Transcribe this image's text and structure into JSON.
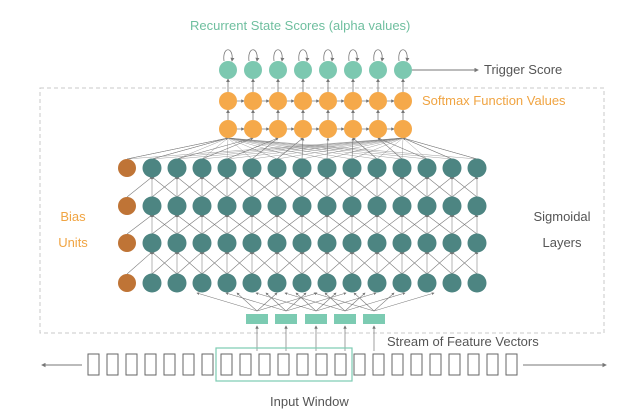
{
  "title": "Recurrent State Scores (alpha values)",
  "trigger_label": "Trigger Score",
  "softmax_label": "Softmax Function Values",
  "bias_label": "Bias\nUnits",
  "sigmoid_label": "Sigmoidal\nLayers",
  "feature_label": "Stream of Feature Vectors",
  "window_label": "Input Window",
  "colors": {
    "teal_light": "#7cc8b0",
    "teal_dark": "#4d8582",
    "orange": "#f5a94a",
    "bias_brown": "#bf7436",
    "label_teal": "#6fbf9f",
    "label_orange": "#f0a442",
    "text_gray": "#555555",
    "line_gray": "#777777",
    "dashed_border": "#c8c8c8",
    "feature_fill": "#7ccbb2",
    "window_frame": "#7ccbb2"
  },
  "layers": {
    "recurrent_count": 8,
    "softmax_rows": 2,
    "softmax_count": 8,
    "sigmoid_rows": 4,
    "sigmoid_count": 15,
    "feature_count": 5,
    "input_boxes": 23,
    "window_start": 7,
    "window_size": 7
  }
}
